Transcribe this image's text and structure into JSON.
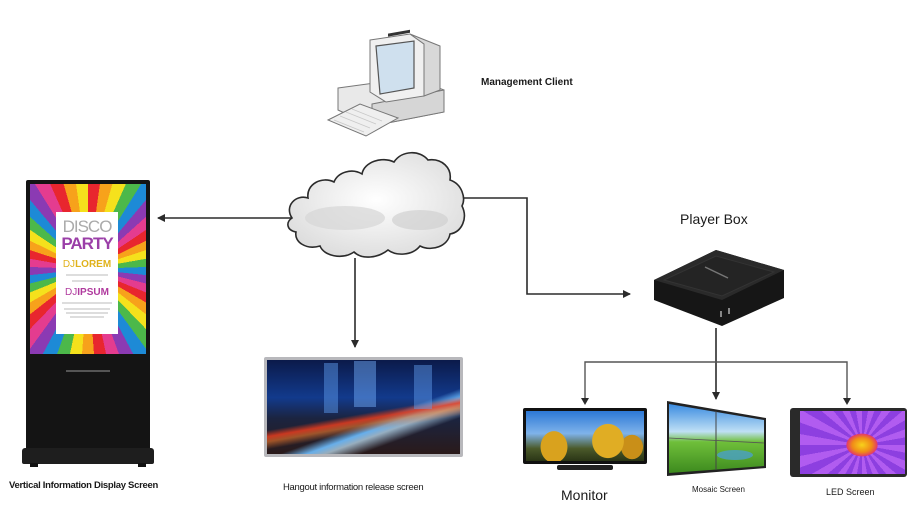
{
  "diagram": {
    "nodes": {
      "management_client": {
        "label": "Management Client",
        "icon": "desktop-computer-icon"
      },
      "network": {
        "label": "",
        "icon": "cloud-icon"
      },
      "vertical_display": {
        "label": "Vertical Information Display Screen",
        "icon": "kiosk-display-icon",
        "poster": {
          "line1": "DISCO",
          "line2": "PARTY",
          "dj1_prefix": "DJ",
          "dj1": "LOREM",
          "dj2_prefix": "DJ",
          "dj2": "IPSUM"
        }
      },
      "hangout_screen": {
        "label": "Hangout information release screen",
        "icon": "wide-display-icon"
      },
      "player_box": {
        "label": "Player Box",
        "icon": "media-player-box-icon"
      },
      "monitor": {
        "label": "Monitor",
        "icon": "tv-monitor-icon"
      },
      "mosaic_screen": {
        "label": "Mosaic Screen",
        "icon": "video-wall-icon"
      },
      "led_screen": {
        "label": "LED Screen",
        "icon": "led-panel-icon"
      }
    },
    "edges": [
      {
        "from": "network",
        "to": "vertical_display"
      },
      {
        "from": "network",
        "to": "hangout_screen"
      },
      {
        "from": "network",
        "to": "player_box"
      },
      {
        "from": "player_box",
        "to": "monitor"
      },
      {
        "from": "player_box",
        "to": "mosaic_screen"
      },
      {
        "from": "player_box",
        "to": "led_screen"
      }
    ],
    "colors": {
      "line": "#2b2b2b",
      "box_black": "#1c1c1c",
      "sky_blue": "#2d6fd0",
      "led_purple": "#8a3fd6"
    }
  }
}
